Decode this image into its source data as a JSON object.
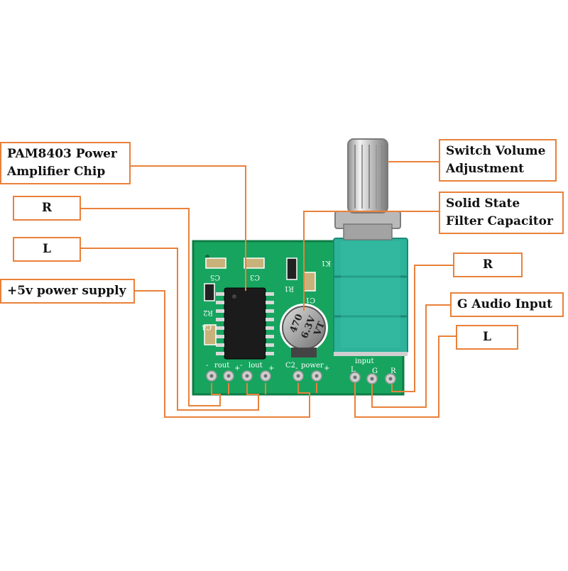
{
  "colors": {
    "leader": "#e9813a",
    "pcb": "#17a45f",
    "pcb_edge": "#0e7d45",
    "silkscreen": "#ffffff",
    "potentiometer": "#2cb39a",
    "label_text": "#111111"
  },
  "callouts": {
    "chip": [
      "PAM8403 Power",
      "Amplifier Chip"
    ],
    "out_r": "R",
    "out_l": "L",
    "power": "+5v power supply",
    "volume": [
      "Switch Volume",
      "Adjustment"
    ],
    "capacitor": [
      "Solid State",
      "Filter Capacitor"
    ],
    "in_r": "R",
    "in_g": "G Audio Input",
    "in_l": "L"
  },
  "board": {
    "silk": {
      "c5": "C5",
      "c3": "C3",
      "r1": "R1",
      "c1": "C1",
      "k1": "K1",
      "r2": "R2",
      "c4": "C4",
      "c2": "C2",
      "rout": "rout",
      "lout": "lout",
      "power": "power",
      "input": "input",
      "minus1": "-",
      "plus1": "+",
      "minus2": "-",
      "plus2": "+",
      "minus3": "-",
      "plus3": "+",
      "pin_l": "L",
      "pin_g": "G",
      "pin_r": "R"
    },
    "capacitor_marking": [
      "470",
      "6.3V",
      "VT"
    ]
  }
}
